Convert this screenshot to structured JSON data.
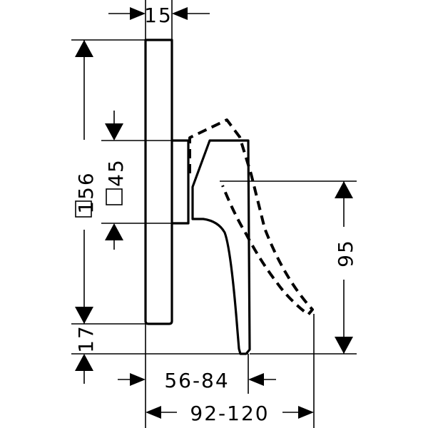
{
  "drawing": {
    "dimensions": {
      "plate_depth": "15",
      "plate_height": "156",
      "plate_height_symbol": "square",
      "cover_size": "45",
      "cover_size_symbol": "square",
      "bottom_offset": "17",
      "handle_height": "95",
      "projection_short": "56-84",
      "projection_long": "92-120"
    }
  }
}
